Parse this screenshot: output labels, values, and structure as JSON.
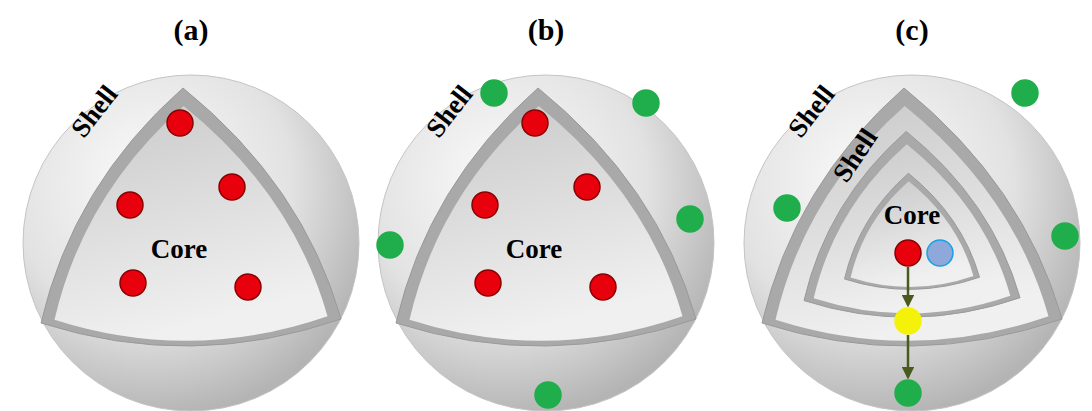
{
  "diagram": {
    "nodes": [
      {
        "text": [
          "(a)",
          "Shell",
          "Core"
        ]
      },
      {
        "text": [
          "(b)",
          "Shell",
          "Core"
        ]
      },
      {
        "text": [
          "(c)",
          "Shell",
          "Shell",
          "Core"
        ]
      }
    ]
  }
}
